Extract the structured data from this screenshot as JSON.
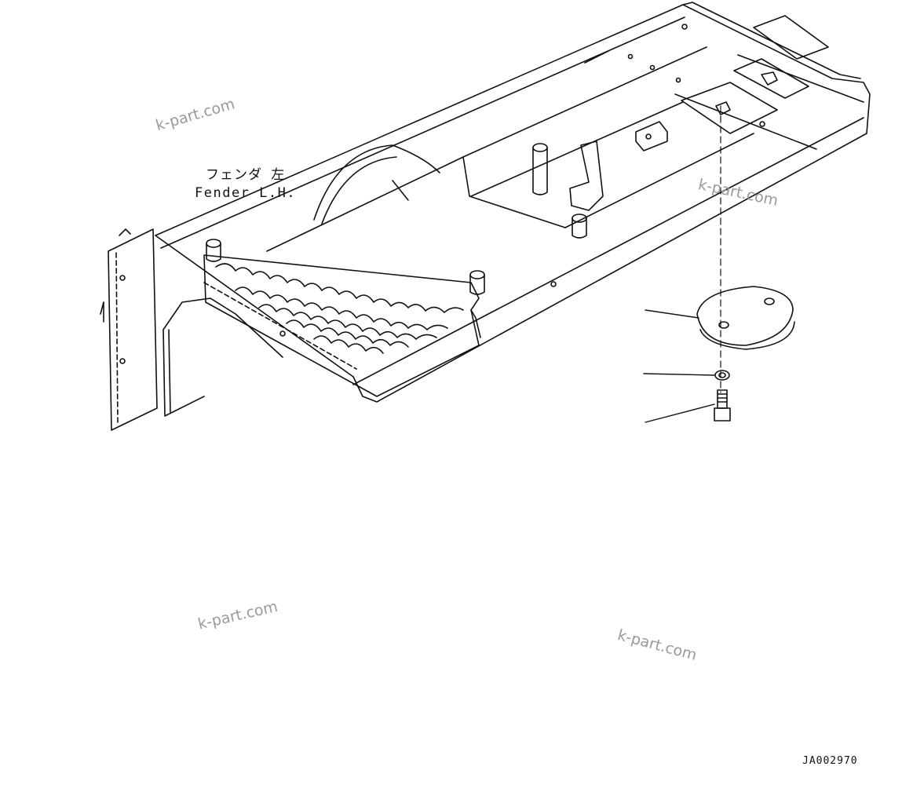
{
  "labels": {
    "fender_jp": "フェンダ 左",
    "fender_en": "Fender L.H.",
    "drawing_number": "JA002970"
  },
  "watermarks": [
    "k-part.com",
    "k-part.com",
    "k-part.com",
    "k-part.com"
  ],
  "colors": {
    "line": "#111111",
    "watermark": "#9a9a9a",
    "background": "#ffffff"
  }
}
